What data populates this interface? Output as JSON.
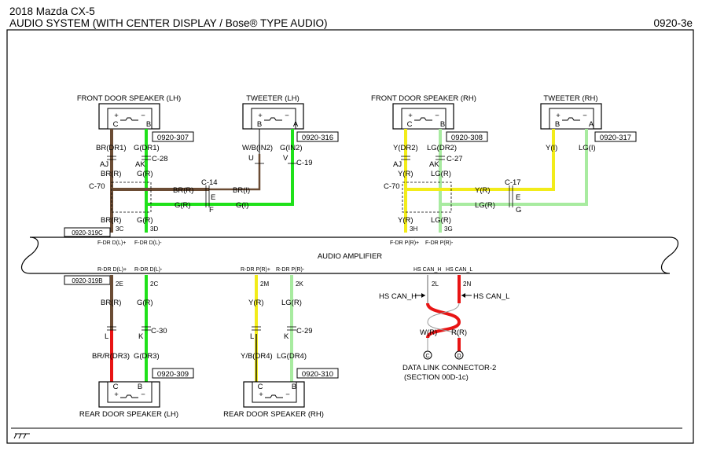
{
  "header": {
    "line1": "2018 Mazda CX-5",
    "line2": "AUDIO SYSTEM (WITH CENTER DISPLAY / Bose® TYPE AUDIO)",
    "page_code": "0920-3e"
  },
  "colors": {
    "brown": "#6b4c34",
    "green": "#1fe11a",
    "yellow": "#f2ec1a",
    "light_green": "#a8eba0",
    "red": "#e81414",
    "black": "#111111",
    "white_wire": "#ffffff"
  },
  "components": {
    "front_lh": {
      "title": "FRONT DOOR SPEAKER (LH)",
      "pin_l": "C",
      "pin_r": "B",
      "sign_l": "+",
      "sign_r": "−",
      "ref": "0920-307"
    },
    "tweeter_lh": {
      "title": "TWEETER (LH)",
      "pin_l": "B",
      "pin_r": "A",
      "sign_l": "+",
      "sign_r": "−",
      "ref": "0920-316"
    },
    "front_rh": {
      "title": "FRONT DOOR SPEAKER (RH)",
      "pin_l": "C",
      "pin_r": "B",
      "sign_l": "+",
      "sign_r": "−",
      "ref": "0920-308"
    },
    "tweeter_rh": {
      "title": "TWEETER (RH)",
      "pin_l": "B",
      "pin_r": "A",
      "sign_l": "+",
      "sign_r": "−",
      "ref": "0920-317"
    },
    "rear_lh": {
      "title": "REAR DOOR SPEAKER (LH)",
      "pin_l": "C",
      "pin_r": "B",
      "sign_l": "+",
      "sign_r": "−",
      "ref": "0920-309"
    },
    "rear_rh": {
      "title": "REAR DOOR SPEAKER (RH)",
      "pin_l": "C",
      "pin_r": "B",
      "sign_l": "+",
      "sign_r": "−",
      "ref": "0920-310"
    },
    "amplifier": {
      "title": "AUDIO AMPLIFIER",
      "ref_top": "0920-319C",
      "ref_bottom": "0920-319B"
    },
    "dlc": {
      "title": "DATA LINK CONNECTOR-2",
      "section": "(SECTION 00D-1c)",
      "pin_l": "C",
      "pin_r": "D"
    }
  },
  "wires": {
    "br_dr1": "BR(DR1)",
    "g_dr1": "G(DR1)",
    "br_r": "BR(R)",
    "g_r": "G(R)",
    "br_i": "BR(I)",
    "g_i": "G(I)",
    "wb_in2": "W/B(IN2)",
    "g_in2": "G(IN2)",
    "y_dr2": "Y(DR2)",
    "lg_dr2": "LG(DR2)",
    "y_r": "Y(R)",
    "lg_r": "LG(R)",
    "y_i": "Y(I)",
    "lg_i": "LG(I)",
    "brr_dr3": "BR/R(DR3)",
    "g_dr3": "G(DR3)",
    "yb_dr4": "Y/B(DR4)",
    "lg_dr4": "LG(DR4)",
    "w_r": "W(R)",
    "r_r": "R(R)"
  },
  "connectors": {
    "c28": "C-28",
    "c19": "C-19",
    "c14": "C-14",
    "c70": "C-70",
    "c27": "C-27",
    "c17": "C-17",
    "c30": "C-30",
    "c29": "C-29",
    "pin_aj": "AJ",
    "pin_ak": "AK",
    "pin_u": "U",
    "pin_v": "V",
    "pin_e": "E",
    "pin_f": "F",
    "pin_g": "G",
    "pin_l": "L",
    "pin_k": "K",
    "pin_3c": "3C",
    "pin_3d": "3D",
    "pin_3h": "3H",
    "pin_3g": "3G",
    "pin_2e": "2E",
    "pin_2c": "2C",
    "pin_2m": "2M",
    "pin_2k": "2K",
    "pin_2l": "2L",
    "pin_2n": "2N"
  },
  "terminals": {
    "f_dr_dlp": "F-DR D(L)+",
    "f_dr_dlm": "F-DR D(L)-",
    "f_dr_prp": "F-DR P(R)+",
    "f_dr_prm": "F-DR P(R)-",
    "r_dr_dlp": "R-DR D(L)+",
    "r_dr_dlm": "R-DR D(L)-",
    "r_dr_prp": "R-DR P(R)+",
    "r_dr_prm": "R-DR P(R)-",
    "hs_can_h": "HS CAN_H",
    "hs_can_l": "HS CAN_L"
  },
  "annotations": {
    "hs_can_h": "HS CAN_H",
    "hs_can_l": "HS CAN_L"
  }
}
